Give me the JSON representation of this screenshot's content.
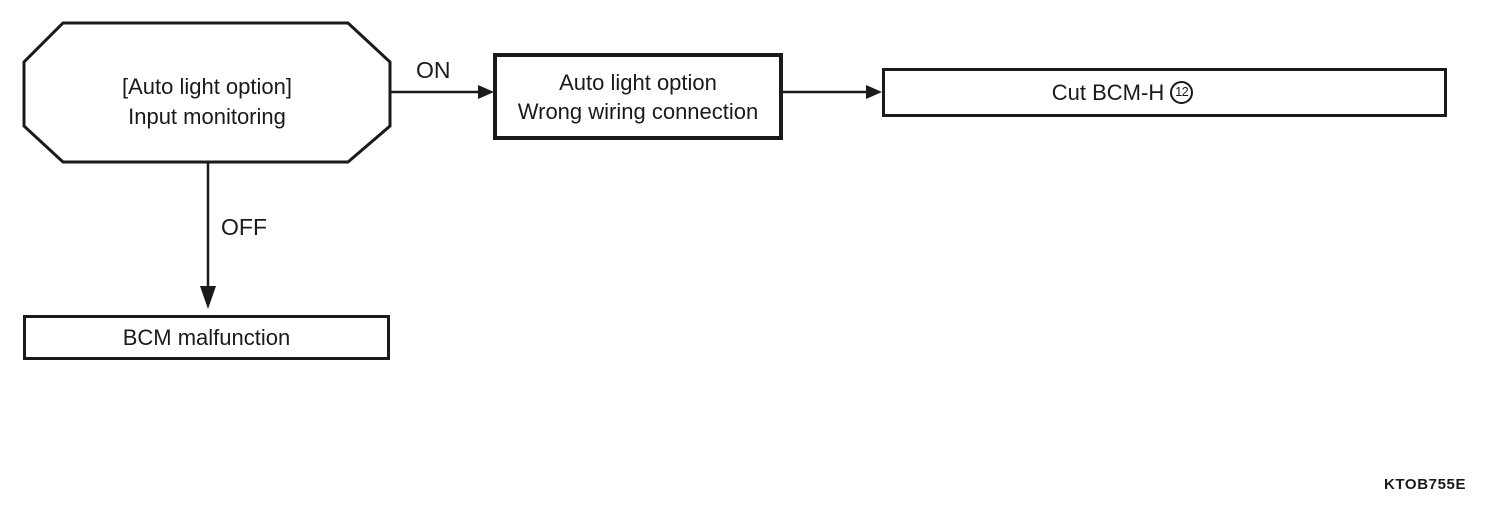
{
  "figure": {
    "ink_color": "#1a1a1a",
    "background_color": "#ffffff",
    "code": "KTOB755E"
  },
  "flowchart": {
    "start_node": {
      "shape": "octagon",
      "line1": "[Auto light option]",
      "line2": "Input monitoring"
    },
    "on_branch": {
      "edge_label": "ON",
      "node": {
        "line1": "Auto light option",
        "line2": "Wrong wiring connection"
      },
      "result": {
        "label": "Cut BCM-H",
        "connector_number": "12"
      }
    },
    "off_branch": {
      "edge_label": "OFF",
      "node": {
        "label": "BCM malfunction"
      }
    }
  }
}
